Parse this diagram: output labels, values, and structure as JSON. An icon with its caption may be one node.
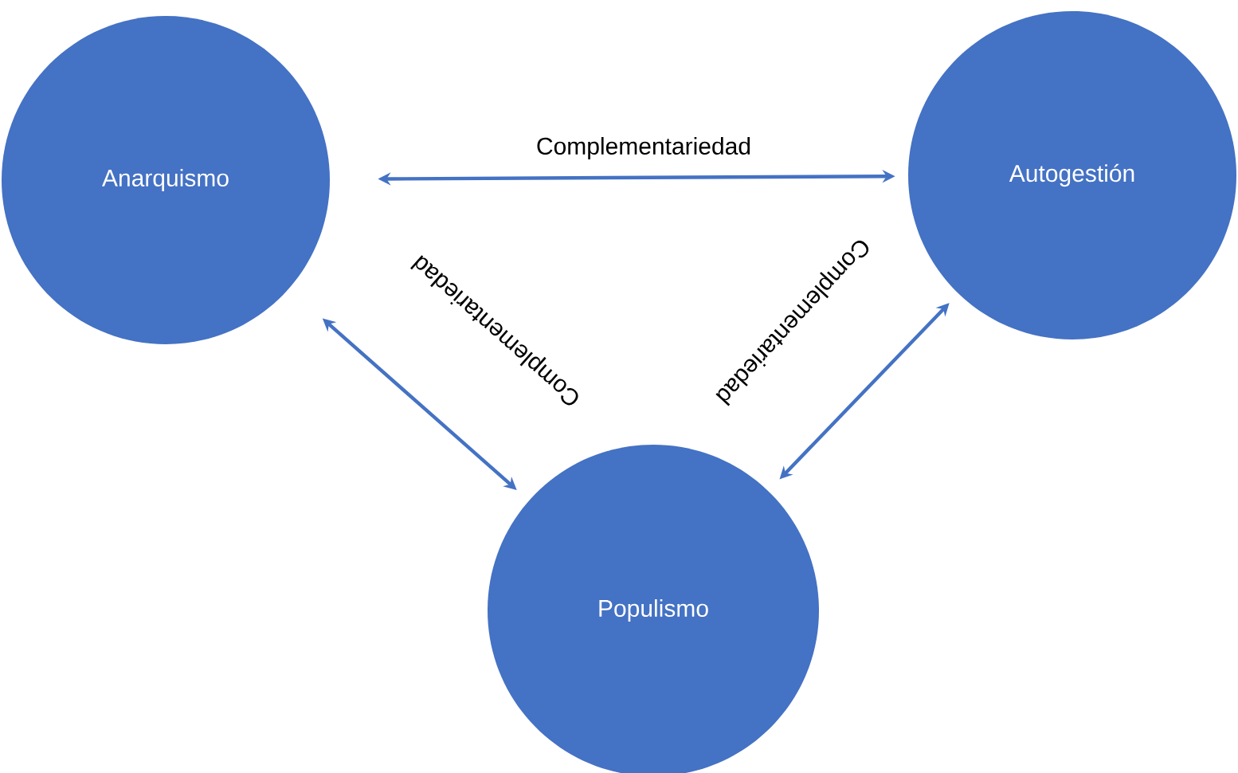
{
  "diagram": {
    "nodes": [
      {
        "text": [
          "Anarquismo"
        ]
      },
      {
        "text": [
          "Autogestión"
        ]
      },
      {
        "text": [
          "Populismo"
        ]
      }
    ],
    "edges": [
      {
        "from": 0,
        "to": 1,
        "arrow": "both",
        "label": "Complementariedad"
      },
      {
        "from": 0,
        "to": 2,
        "arrow": "both",
        "label": "Complementariedad"
      },
      {
        "from": 1,
        "to": 2,
        "arrow": "both",
        "label": "Complementariedad"
      }
    ]
  }
}
